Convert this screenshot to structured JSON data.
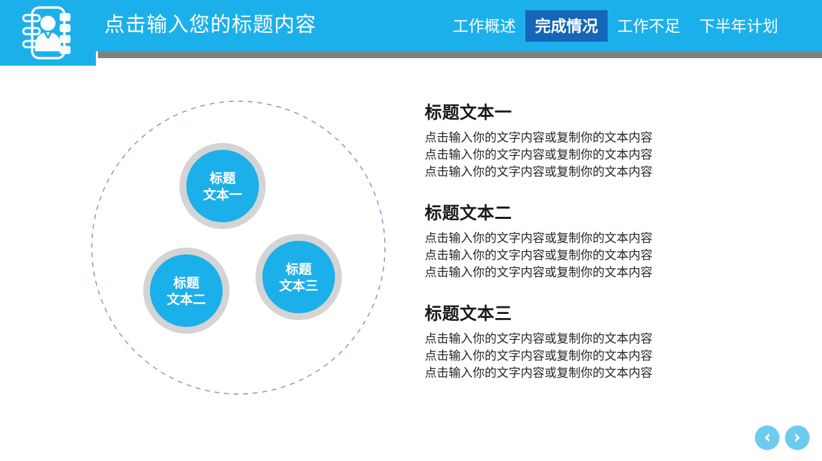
{
  "header": {
    "title": "点击输入您的标题内容",
    "icon": "contact-book-icon",
    "bar_color": "#1cb0ea",
    "underline_color": "#808080",
    "tabs": [
      {
        "label": "工作概述",
        "active": false
      },
      {
        "label": "完成情况",
        "active": true
      },
      {
        "label": "工作不足",
        "active": false
      },
      {
        "label": "下半年计划",
        "active": false
      }
    ],
    "active_tab_color": "#1565b8"
  },
  "diagram": {
    "outer_circle": {
      "style": "dashed",
      "color": "#5a7fb0"
    },
    "bubble_fill": "#1cb0ea",
    "bubble_ring": "#d4d4d4",
    "bubbles": [
      {
        "line1": "标题",
        "line2": "文本一"
      },
      {
        "line1": "标题",
        "line2": "文本二"
      },
      {
        "line1": "标题",
        "line2": "文本三"
      }
    ]
  },
  "content": {
    "sections": [
      {
        "heading": "标题文本一",
        "lines": [
          "点击输入你的文字内容或复制你的文本内容",
          "点击输入你的文字内容或复制你的文本内容",
          "点击输入你的文字内容或复制你的文本内容"
        ]
      },
      {
        "heading": "标题文本二",
        "lines": [
          "点击输入你的文字内容或复制你的文本内容",
          "点击输入你的文字内容或复制你的文本内容",
          "点击输入你的文字内容或复制你的文本内容"
        ]
      },
      {
        "heading": "标题文本三",
        "lines": [
          "点击输入你的文字内容或复制你的文本内容",
          "点击输入你的文字内容或复制你的文本内容",
          "点击输入你的文字内容或复制你的文本内容"
        ]
      }
    ]
  },
  "pager": {
    "prev_icon": "chevron-left-icon",
    "next_icon": "chevron-right-icon",
    "button_color": "#6ecbf0"
  }
}
